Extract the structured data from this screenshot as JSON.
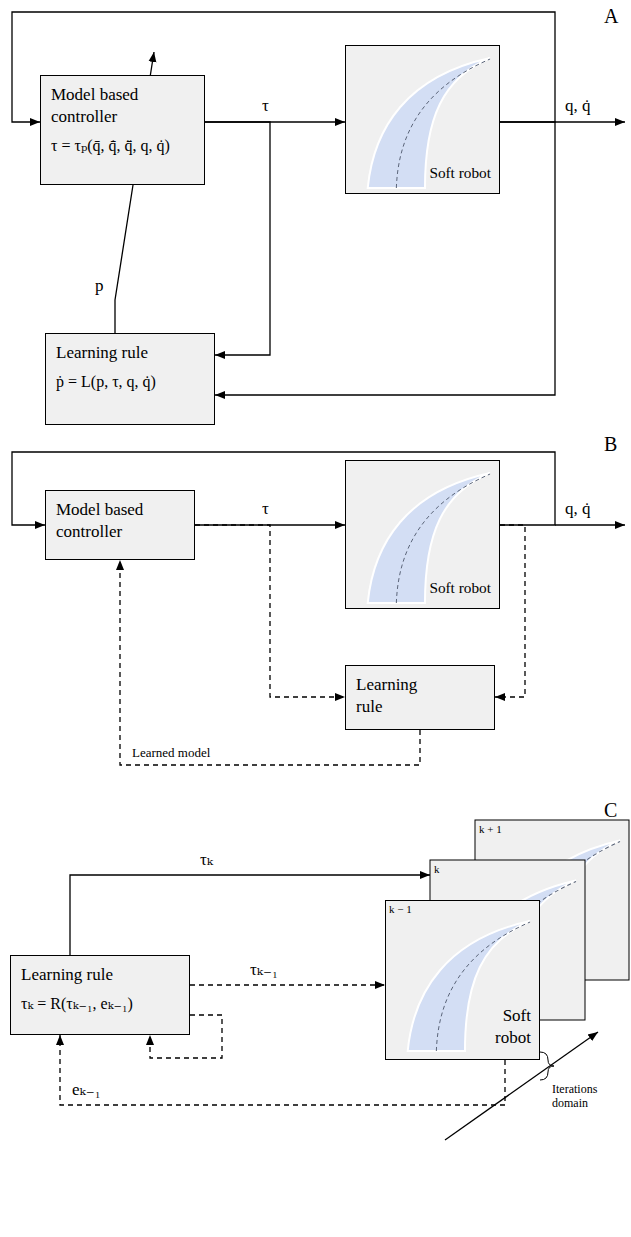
{
  "diagram": {
    "nodes": [
      {
        "text": [
          "Model based controller",
          "τ = τₚ(q̄, q̄̇, q̄̈, q, q̇)"
        ]
      },
      {
        "text": [
          "Soft robot"
        ]
      },
      {
        "text": [
          "Learning rule",
          "ṗ = L(p, τ, q, q̇)"
        ]
      },
      {
        "text": [
          "Model based controller"
        ]
      },
      {
        "text": [
          "Soft robot"
        ]
      },
      {
        "text": [
          "Learning rule"
        ]
      },
      {
        "text": [
          "Learning rule",
          "τₖ = R(τₖ₋₁, eₖ₋₁)"
        ]
      },
      {
        "text": [
          "Soft robot"
        ]
      }
    ],
    "edges": [
      {
        "from": 0,
        "to": 1,
        "arrow": "to",
        "label": "τ"
      },
      {
        "from": 1,
        "to": 0,
        "arrow": "to"
      },
      {
        "from": 1,
        "to": 2,
        "arrow": "to"
      },
      {
        "from": 0,
        "to": 2,
        "arrow": "to"
      },
      {
        "from": 2,
        "to": 0,
        "arrow": "none",
        "label": "p"
      },
      {
        "from": 3,
        "to": 4,
        "arrow": "to",
        "label": "τ"
      },
      {
        "from": 4,
        "to": 3,
        "arrow": "to"
      },
      {
        "from": 3,
        "to": 5,
        "arrow": "to"
      },
      {
        "from": 4,
        "to": 5,
        "arrow": "to"
      },
      {
        "from": 5,
        "to": 3,
        "arrow": "to",
        "label": "Learned model"
      },
      {
        "from": 6,
        "to": 7,
        "arrow": "to",
        "label": "τₖ₋₁"
      },
      {
        "from": 6,
        "to": 6,
        "arrow": "to"
      },
      {
        "from": 7,
        "to": 6,
        "arrow": "to",
        "label": "eₖ₋₁"
      }
    ],
    "labels": [
      "A",
      "q, q̇",
      "B",
      "q, q̇",
      "C",
      "τₖ",
      "k + 1",
      "k",
      "k − 1",
      "Iterations domain"
    ]
  }
}
